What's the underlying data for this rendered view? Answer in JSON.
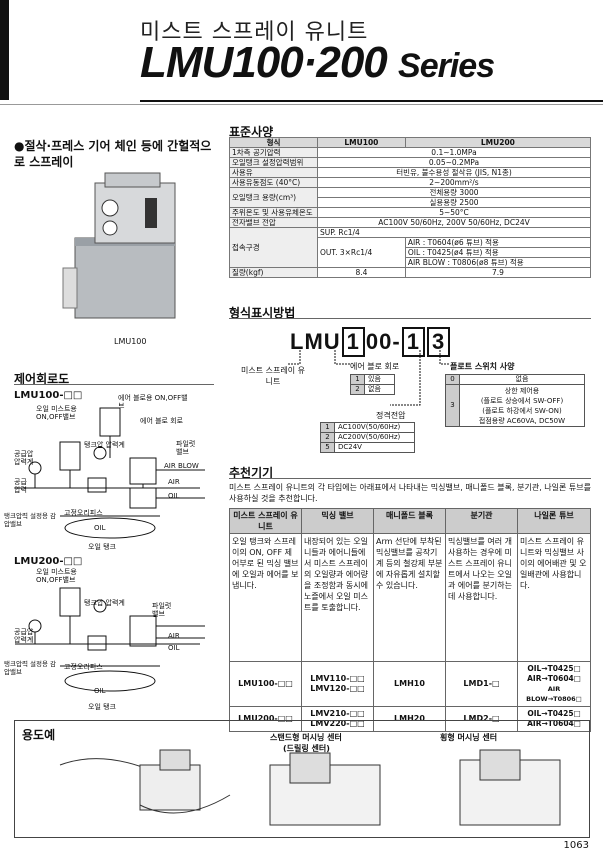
{
  "header": {
    "title_ko": "미스트 스프레이 유니트",
    "model": "LMU100·200",
    "series": "Series"
  },
  "feature": "●절삭·프레스 기어 체인 등에 간헐적으로 스프레이",
  "photo_caption": "LMU100",
  "spec": {
    "title": "표준사양",
    "head": [
      "형식",
      "LMU100",
      "LMU200"
    ],
    "rows": [
      [
        "1차측 공기압력",
        "0.1~1.0MPa"
      ],
      [
        "오일탱크 설정압력범위",
        "0.05~0.2MPa"
      ],
      [
        "사용유",
        "터빈유, 불수용성 절삭유 (JIS, N1종)"
      ],
      [
        "사용유동점도 (40°C)",
        "2~200mm²/s"
      ]
    ],
    "tank_label": "오일탱크 용량(cm³)",
    "tank_total": "전체용량 3000",
    "tank_usable": "실용용량 2500",
    "temp_label": "주위온도 및 사용유체온도",
    "temp": "5~50°C",
    "volt_label": "전자밸브 전압",
    "volt": "AC100V 50/60Hz, 200V 50/60Hz, DC24V",
    "port_label": "접속구경",
    "port_sup": "SUP.  Rc1/4",
    "port_out": "OUT.  3×Rc1/4",
    "port_air": "AIR          : T0604(ø6 튜브) 적용",
    "port_oil": "OIL          : T0425(ø4 튜브) 적용",
    "port_blow": "AIR BLOW : T0806(ø8 튜브) 적용",
    "mass_label": "질량(kgf)",
    "mass1": "8.4",
    "mass2": "7.9"
  },
  "order": {
    "title": "형식표시방법",
    "code_prefix": "LMU",
    "code_b1": "1",
    "code_mid": "00-",
    "code_b2": "1",
    "code_b3": "3",
    "unit_label": "미스트 스프레이 유니트",
    "blow_title": "에어 블로 회로",
    "blow_opts": [
      [
        "1",
        "있음"
      ],
      [
        "2",
        "없음"
      ]
    ],
    "volt_title": "정격전압",
    "volt_opts": [
      [
        "1",
        "AC100V(50/60Hz)"
      ],
      [
        "2",
        "AC200V(50/60Hz)"
      ],
      [
        "5",
        "DC24V"
      ]
    ],
    "float_title": "플로트 스위치 사양",
    "float_opts": [
      [
        "0",
        "없음"
      ],
      [
        "3",
        "상한 제어용"
      ]
    ],
    "float_note1": "(플로트 상승에서 SW-OFF)",
    "float_note2": "(플로트 하강에서 SW-ON)",
    "float_note3": "접점용량 AC60VA, DC50W"
  },
  "circuit": {
    "title": "제어회로도",
    "c1_name": "LMU100-□□",
    "c2_name": "LMU200-□□",
    "lbl_mist_sol": "오일 미스트용 ON,OFF밸브",
    "lbl_blow_sol": "에어 블로용 ON,OFF밸브",
    "lbl_blow_circuit": "에어 블로 회로",
    "lbl_tank_gauge": "탱크압 압력계",
    "lbl_supply_gauge": "공급압 압력계",
    "lbl_supply": "공급 압력",
    "lbl_pilot": "파일럿 밸브",
    "lbl_air_blow": "AIR BLOW",
    "lbl_air": "AIR",
    "lbl_oil": "OIL",
    "lbl_orifice": "고정오리피스",
    "lbl_reg": "탱크압력 설정용 감압밸브",
    "lbl_tank": "오일 탱크",
    "lbl_oil_in": "OIL"
  },
  "recommend": {
    "title": "추천기기",
    "intro": "미스트 스프레이 유니트의 각 타입에는 아래표에서 나타내는 믹싱밸브, 매니폴드 블록, 분기관, 나일론 튜브를 사용하실 것을 추천합니다.",
    "head": [
      "미스트 스프레이 유니트",
      "믹싱 밸브",
      "매니폴드 블록",
      "분기관",
      "나일론 튜브"
    ],
    "desc": [
      "오일 탱크와 스프레이의 ON, OFF 제어부로 된 믹싱 밸브에 오일과 에어를 보냅니다.",
      "내장되어 있는 오일니들과 에어니들에서 미스트 스프레이의 오일량과 에어량을 조정함과 동시에 노즐에서 오일 미스트를 토출합니다.",
      "Arm 선단에 부착된 믹싱밸브를 공작기계 등의 철강제 부분에 자유롭게 설치할 수 있습니다.",
      "믹싱밸브를 여러 개 사용하는 경우에 미스트 스프레이 유니트에서 나오는 오일과 에어를 분기하는 데 사용합니다.",
      "미스트 스프레이 유니트와 믹싱밸브 사이의 에어배관 및 오일배관에 사용합니다."
    ],
    "r1": [
      "LMU100-□□",
      "LMV110-□□",
      "LMV120-□□",
      "LMH10",
      "LMD1-□",
      "OIL→T0425□",
      "AIR→T0604□",
      "AIR BLOW→T0806□"
    ],
    "r2": [
      "LMU200-□□",
      "LMV210-□□",
      "LMV220-□□",
      "LMH20",
      "LMD2-□",
      "OIL→T0425□",
      "AIR→T0604□"
    ]
  },
  "usage": {
    "title": "용도예",
    "stand": "스탠드형 머시닝 센터",
    "stand2": "(드릴링 센터)",
    "horiz": "횡형 머시닝 센터"
  },
  "page": "1063"
}
